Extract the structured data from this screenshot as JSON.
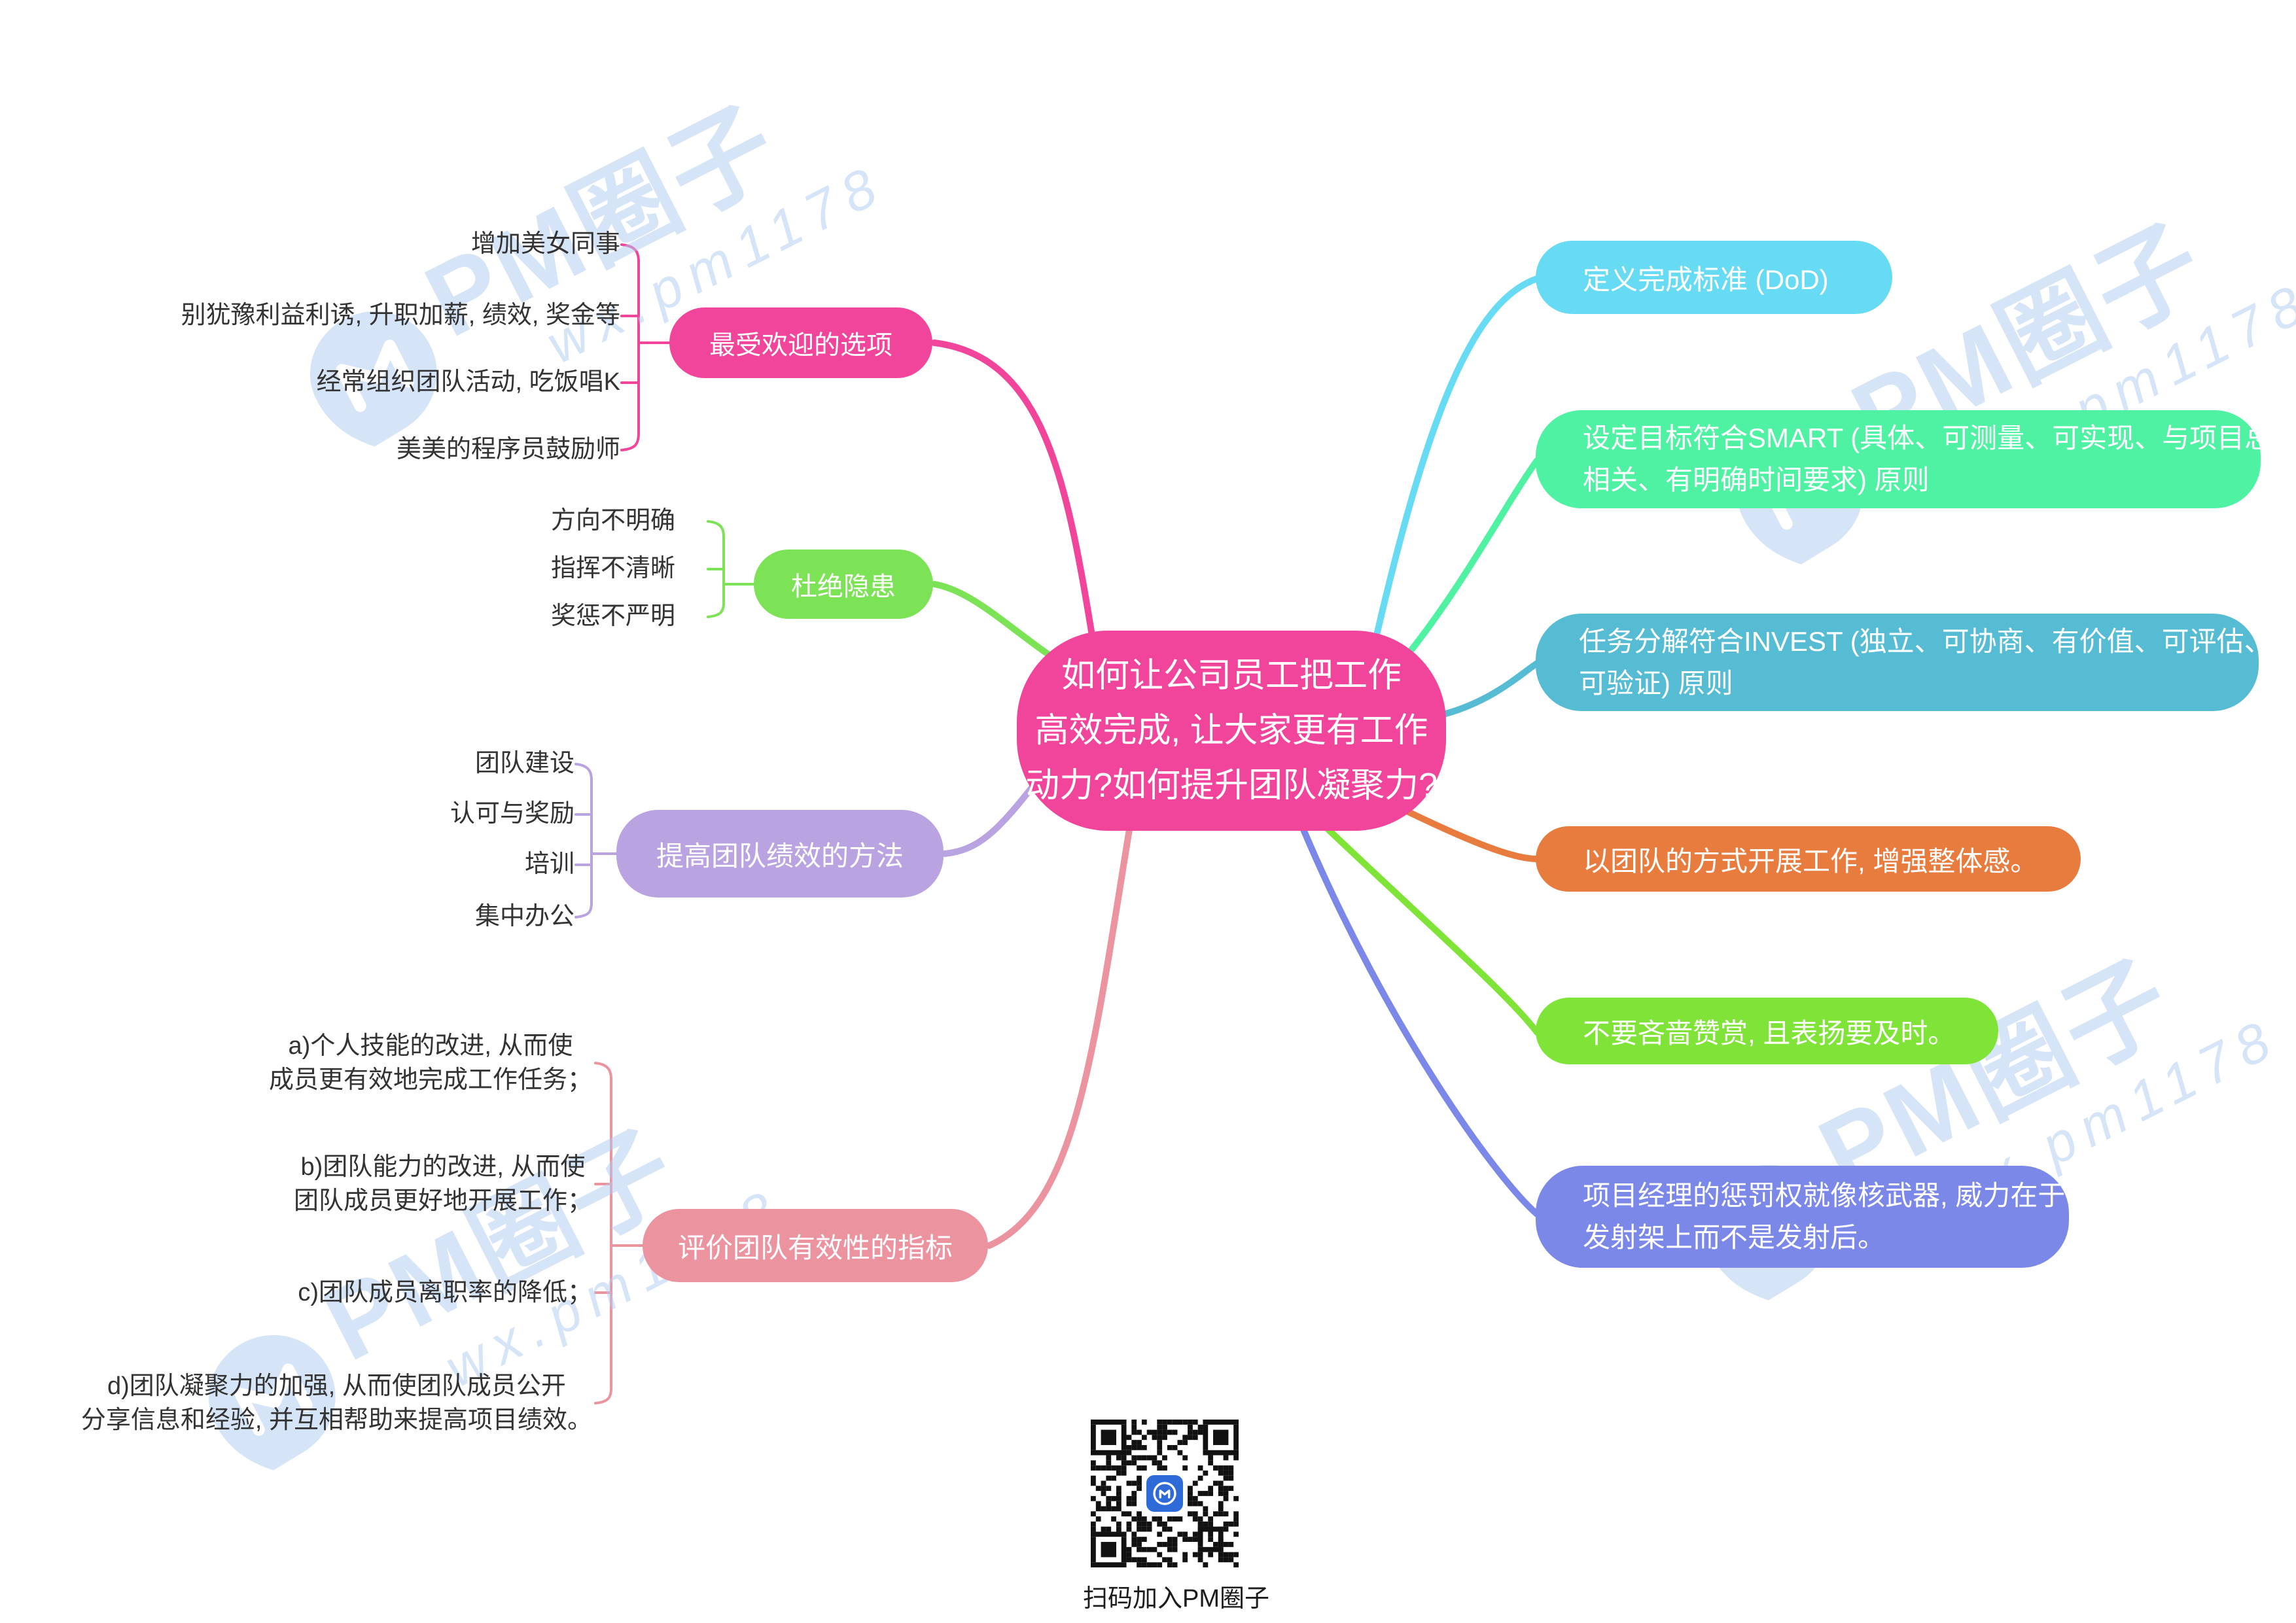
{
  "background": "#FFFFFF",
  "central": {
    "lines": [
      "如何让公司员工把工作",
      "高效完成, 让大家更有工作",
      "动力?如何提升团队凝聚力?"
    ],
    "color": "#F0459B",
    "text_color": "#FFFFFF"
  },
  "left_branches": [
    {
      "label": "最受欢迎的选项",
      "color": "#F0459B",
      "children": [
        "增加美女同事",
        "别犹豫利益利诱, 升职加薪, 绩效, 奖金等",
        "经常组织团队活动, 吃饭唱K",
        "美美的程序员鼓励师"
      ]
    },
    {
      "label": "杜绝隐患",
      "color": "#7CE356",
      "children": [
        "方向不明确",
        "指挥不清晰",
        "奖惩不严明"
      ]
    },
    {
      "label": "提高团队绩效的方法",
      "color": "#B9A3E0",
      "children": [
        "团队建设",
        "认可与奖励",
        "培训",
        "集中办公"
      ]
    },
    {
      "label": "评价团队有效性的指标",
      "color": "#EC93A0",
      "children": [
        {
          "lines": [
            "a)个人技能的改进, 从而使",
            "成员更有效地完成工作任务；"
          ]
        },
        {
          "lines": [
            "b)团队能力的改进, 从而使",
            "团队成员更好地开展工作；"
          ]
        },
        {
          "lines": [
            "c)团队成员离职率的降低；"
          ]
        },
        {
          "lines": [
            "d)团队凝聚力的加强, 从而使团队成员公开",
            "分享信息和经验, 并互相帮助来提高项目绩效。"
          ]
        }
      ]
    }
  ],
  "right_branches": [
    {
      "lines": [
        "定义完成标准 (DoD)"
      ],
      "color": "#67DBF4"
    },
    {
      "lines": [
        "设定目标符合SMART (具体、可测量、可实现、与项目总目标",
        "相关、有明确时间要求) 原则"
      ],
      "color": "#4FF2A2"
    },
    {
      "lines": [
        "任务分解符合INVEST (独立、可协商、有价值、可评估、规模小、",
        "可验证) 原则"
      ],
      "color": "#56BCD4"
    },
    {
      "lines": [
        "以团队的方式开展工作, 增强整体感。"
      ],
      "color": "#E87C3E"
    },
    {
      "lines": [
        "不要吝啬赞赏, 且表扬要及时。"
      ],
      "color": "#7FE437"
    },
    {
      "lines": [
        "项目经理的惩罚权就像核武器, 威力在于",
        "发射架上而不是发射后。"
      ],
      "color": "#7B88E8"
    }
  ],
  "watermark": {
    "brand": "PM圈子",
    "wechat": "wx.pm1178",
    "color": "#AECBF0"
  },
  "qr": {
    "caption": "扫码加入PM圈子",
    "logo_color": "#2F6BD8",
    "module_color": "#111111"
  }
}
